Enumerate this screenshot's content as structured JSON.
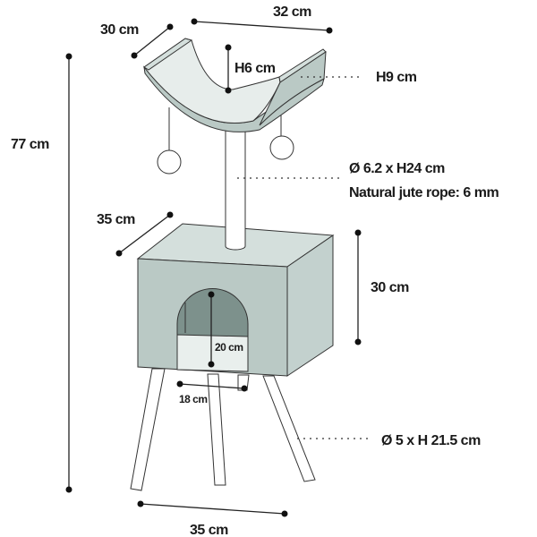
{
  "diagram": {
    "labels": {
      "total_height": "77 cm",
      "bowl_depth": "30 cm",
      "bowl_width": "32 cm",
      "bowl_inner_height": "H6 cm",
      "bowl_outer_height": "H9 cm",
      "post_size": "Ø 6.2 x H24 cm",
      "post_rope": "Natural jute rope: 6 mm",
      "box_depth": "35 cm",
      "box_height": "30 cm",
      "door_height": "20 cm",
      "door_width": "18 cm",
      "leg_size": "Ø 5 x H 21.5 cm",
      "base_width": "35 cm"
    },
    "colors": {
      "front": "#bac9c5",
      "top": "#d4dfdc",
      "side": "#c3d1ce",
      "inner": "#7d918c",
      "floor": "#e9efed"
    }
  }
}
